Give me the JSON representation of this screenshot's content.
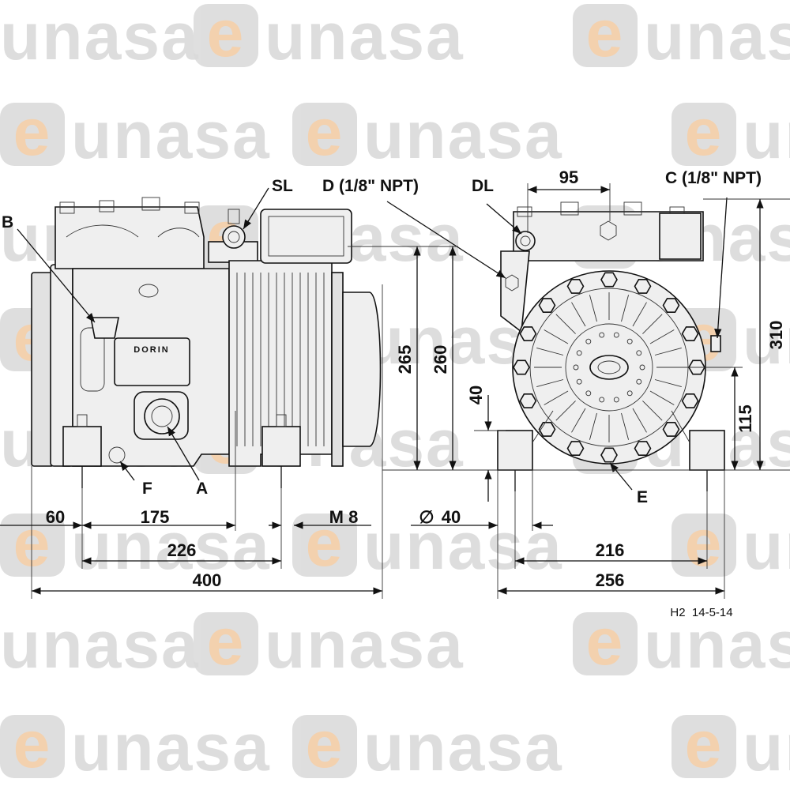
{
  "watermark": {
    "text": "eunasa",
    "rest": "unasa",
    "initial": "e",
    "badge_color": "#d9d9d9",
    "accent_color": "#f2c9a0"
  },
  "labels": {
    "sl": "SL",
    "d_port": "D (1/8\" NPT)",
    "dl": "DL",
    "c_port": "C (1/8\" NPT)",
    "b": "B",
    "f": "F",
    "a": "A",
    "e": "E",
    "brand_plate": "DORIN"
  },
  "dimensions": {
    "d60": "60",
    "d175": "175",
    "m8": "M 8",
    "d226": "226",
    "d400": "400",
    "dia40": "40",
    "d216": "216",
    "d256": "256",
    "d95": "95",
    "d265": "265",
    "d260": "260",
    "d40v": "40",
    "d310": "310",
    "d115": "115"
  },
  "diameter_symbol": "∅",
  "drawing_ref": "H2  14-5-14"
}
